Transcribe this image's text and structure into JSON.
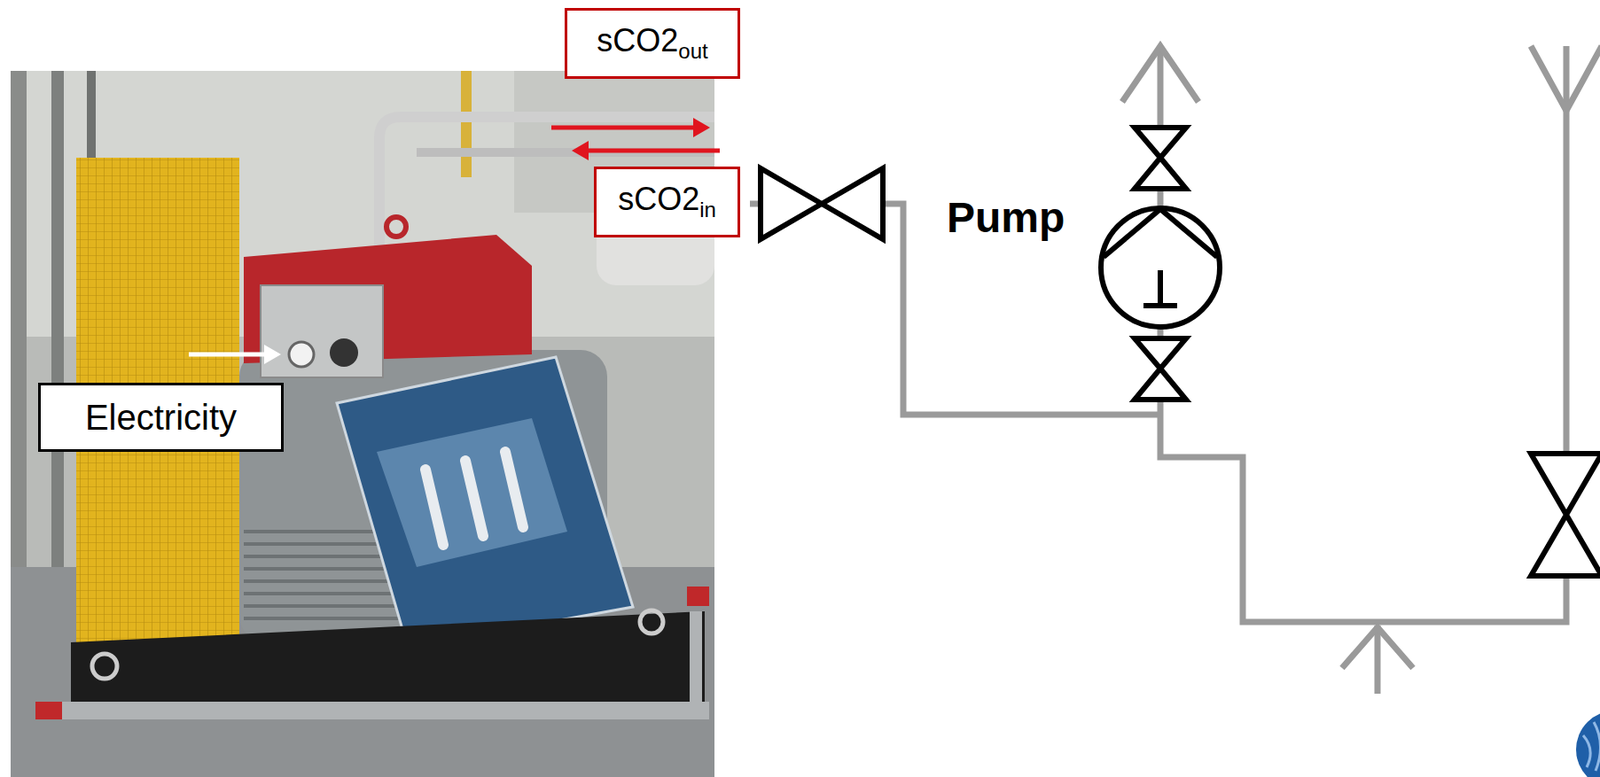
{
  "diagram": {
    "nodes": [
      {
        "text": [
          "sCO2",
          "out"
        ]
      },
      {
        "text": [
          "sCO2",
          "in"
        ]
      },
      {
        "text": [
          "Electricity"
        ]
      }
    ],
    "labels": [
      "Pump"
    ]
  }
}
